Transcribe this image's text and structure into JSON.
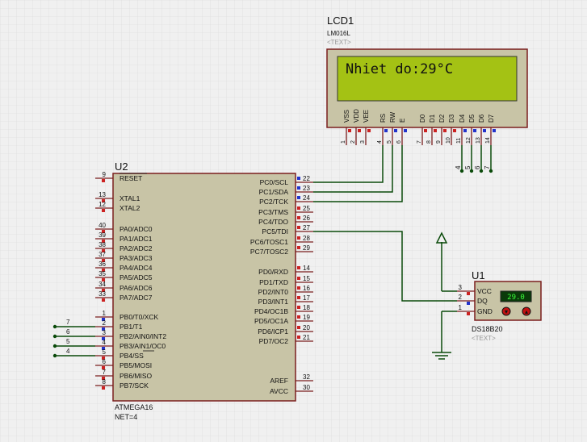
{
  "lcd": {
    "ref": "LCD1",
    "model": "LM016L",
    "text_tag": "<TEXT>",
    "display": "Nhiet do:29°C",
    "pins": [
      {
        "name": "VSS",
        "num": "1"
      },
      {
        "name": "VDD",
        "num": "2"
      },
      {
        "name": "VEE",
        "num": "3"
      },
      {
        "name": "RS",
        "num": "4"
      },
      {
        "name": "RW",
        "num": "5"
      },
      {
        "name": "E",
        "num": "6"
      },
      {
        "name": "D0",
        "num": "7"
      },
      {
        "name": "D1",
        "num": "8"
      },
      {
        "name": "D2",
        "num": "9"
      },
      {
        "name": "D3",
        "num": "10"
      },
      {
        "name": "D4",
        "num": "11"
      },
      {
        "name": "D5",
        "num": "12"
      },
      {
        "name": "D6",
        "num": "13"
      },
      {
        "name": "D7",
        "num": "14"
      }
    ],
    "data_net_labels": [
      "4",
      "5",
      "6",
      "7"
    ]
  },
  "mcu": {
    "ref": "U2",
    "model": "ATMEGA16",
    "net_note": "NET=4",
    "left_pins": [
      {
        "name": "RESET",
        "num": "9"
      },
      {
        "name": "XTAL1",
        "num": "13"
      },
      {
        "name": "XTAL2",
        "num": "12"
      },
      {
        "name": "PA0/ADC0",
        "num": "40"
      },
      {
        "name": "PA1/ADC1",
        "num": "39"
      },
      {
        "name": "PA2/ADC2",
        "num": "38"
      },
      {
        "name": "PA3/ADC3",
        "num": "37"
      },
      {
        "name": "PA4/ADC4",
        "num": "36"
      },
      {
        "name": "PA5/ADC5",
        "num": "35"
      },
      {
        "name": "PA6/ADC6",
        "num": "34"
      },
      {
        "name": "PA7/ADC7",
        "num": "33"
      },
      {
        "name": "PB0/T0/XCK",
        "num": "1"
      },
      {
        "name": "PB1/T1",
        "num": "2"
      },
      {
        "name": "PB2/AIN0/INT2",
        "num": "3"
      },
      {
        "name": "PB3/AIN1/OC0",
        "num": "4"
      },
      {
        "name": "PB4/SS",
        "num": "5"
      },
      {
        "name": "PB5/MOSI",
        "num": "6"
      },
      {
        "name": "PB6/MISO",
        "num": "7"
      },
      {
        "name": "PB7/SCK",
        "num": "8"
      }
    ],
    "right_pins": [
      {
        "name": "PC0/SCL",
        "num": "22"
      },
      {
        "name": "PC1/SDA",
        "num": "23"
      },
      {
        "name": "PC2/TCK",
        "num": "24"
      },
      {
        "name": "PC3/TMS",
        "num": "25"
      },
      {
        "name": "PC4/TDO",
        "num": "26"
      },
      {
        "name": "PC5/TDI",
        "num": "27"
      },
      {
        "name": "PC6/TOSC1",
        "num": "28"
      },
      {
        "name": "PC7/TOSC2",
        "num": "29"
      },
      {
        "name": "PD0/RXD",
        "num": "14"
      },
      {
        "name": "PD1/TXD",
        "num": "15"
      },
      {
        "name": "PD2/INT0",
        "num": "16"
      },
      {
        "name": "PD3/INT1",
        "num": "17"
      },
      {
        "name": "PD4/OC1B",
        "num": "18"
      },
      {
        "name": "PD5/OC1A",
        "num": "19"
      },
      {
        "name": "PD6/ICP1",
        "num": "20"
      },
      {
        "name": "PD7/OC2",
        "num": "21"
      },
      {
        "name": "AREF",
        "num": "32"
      },
      {
        "name": "AVCC",
        "num": "30"
      }
    ],
    "portb_net_labels": [
      "7",
      "6",
      "5",
      "4"
    ]
  },
  "sensor": {
    "ref": "U1",
    "model": "DS18B20",
    "text_tag": "<TEXT>",
    "reading": "29.0",
    "pins": [
      {
        "name": "VCC",
        "num": "3"
      },
      {
        "name": "DQ",
        "num": "2"
      },
      {
        "name": "GND",
        "num": "1"
      }
    ]
  },
  "colors": {
    "background": "#f0f0f0",
    "grid": "#d6d6d6",
    "body_fill": "#c8c4a6",
    "body_stroke": "#7a1e1e",
    "wire": "#0a4a0a",
    "lcd_screen": "#a4c214",
    "pin_red": "#cc2222",
    "pin_blue": "#2233cc"
  }
}
